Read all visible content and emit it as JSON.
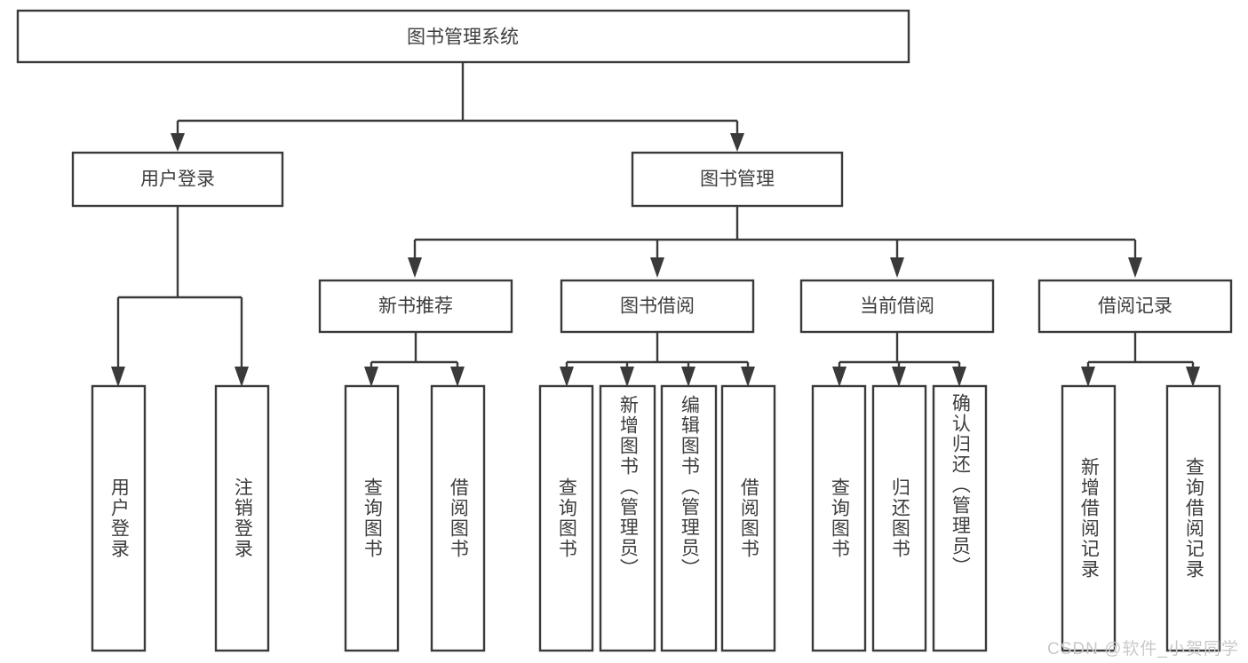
{
  "diagram": {
    "title": "图书管理系统",
    "type": "tree-diagram",
    "colors": {
      "box_stroke": "#3a3a3a",
      "box_fill": "#ffffff",
      "text": "#3d3d3d",
      "watermark": "#c9c9c9",
      "background": "#ffffff"
    },
    "root": {
      "label": "图书管理系统"
    },
    "level2": [
      {
        "label": "用户登录"
      },
      {
        "label": "图书管理"
      }
    ],
    "level3": [
      {
        "label": "新书推荐"
      },
      {
        "label": "图书借阅"
      },
      {
        "label": "当前借阅"
      },
      {
        "label": "借阅记录"
      }
    ],
    "leaves": {
      "user_login": [
        {
          "label": "用户登录"
        },
        {
          "label": "注销登录"
        }
      ],
      "new_book_recommend": [
        {
          "label": "查询图书"
        },
        {
          "label": "借阅图书"
        }
      ],
      "book_borrow": [
        {
          "label": "查询图书"
        },
        {
          "label": "新增图书（管理员）"
        },
        {
          "label": "编辑图书（管理员）"
        },
        {
          "label": "借阅图书"
        }
      ],
      "current_borrow": [
        {
          "label": "查询图书"
        },
        {
          "label": "归还图书"
        },
        {
          "label": "确认归还（管理员）"
        }
      ],
      "borrow_record": [
        {
          "label": "新增借阅记录"
        },
        {
          "label": "查询借阅记录"
        }
      ]
    },
    "watermark": "CSDN @软件_小贺同学"
  }
}
